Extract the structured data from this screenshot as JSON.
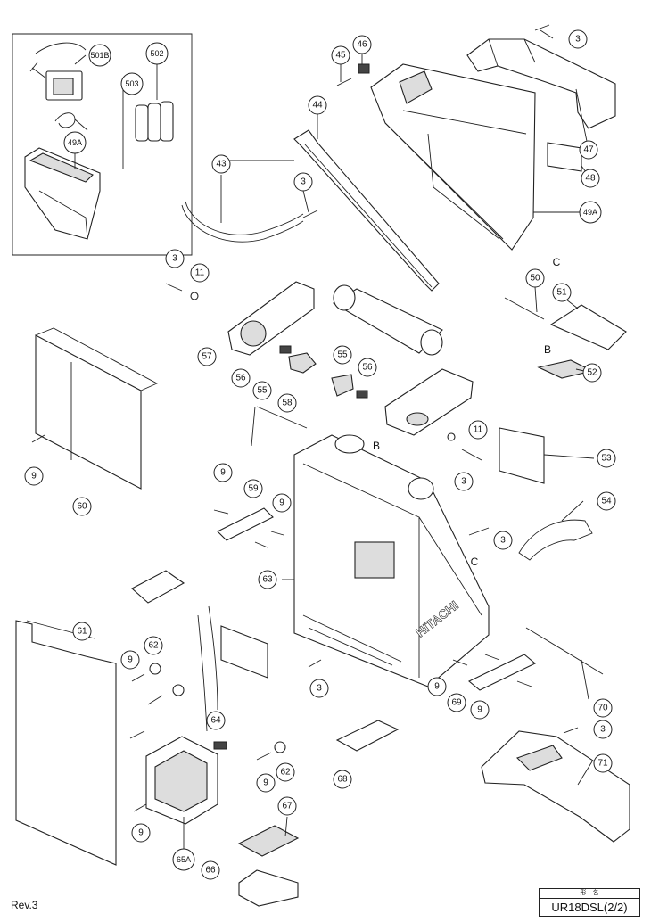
{
  "callouts": [
    {
      "text": "3"
    },
    {
      "text": "46"
    },
    {
      "text": "45"
    },
    {
      "text": "44"
    },
    {
      "text": "47"
    },
    {
      "text": "48"
    },
    {
      "text": "49A"
    },
    {
      "text": "43"
    },
    {
      "text": "3"
    },
    {
      "text": "C"
    },
    {
      "text": "50"
    },
    {
      "text": "51"
    },
    {
      "text": "3"
    },
    {
      "text": "11"
    },
    {
      "text": "57"
    },
    {
      "text": "55"
    },
    {
      "text": "56"
    },
    {
      "text": "56"
    },
    {
      "text": "55"
    },
    {
      "text": "B"
    },
    {
      "text": "52"
    },
    {
      "text": "58"
    },
    {
      "text": "11"
    },
    {
      "text": "B"
    },
    {
      "text": "53"
    },
    {
      "text": "3"
    },
    {
      "text": "9"
    },
    {
      "text": "60"
    },
    {
      "text": "9"
    },
    {
      "text": "59"
    },
    {
      "text": "9"
    },
    {
      "text": "54"
    },
    {
      "text": "3"
    },
    {
      "text": "63"
    },
    {
      "text": "C"
    },
    {
      "text": "61"
    },
    {
      "text": "62"
    },
    {
      "text": "9"
    },
    {
      "text": "3"
    },
    {
      "text": "9"
    },
    {
      "text": "69"
    },
    {
      "text": "9"
    },
    {
      "text": "70"
    },
    {
      "text": "64"
    },
    {
      "text": "3"
    },
    {
      "text": "62"
    },
    {
      "text": "9"
    },
    {
      "text": "68"
    },
    {
      "text": "71"
    },
    {
      "text": "9"
    },
    {
      "text": "67"
    },
    {
      "text": "65A"
    },
    {
      "text": "66"
    },
    {
      "text": "501B"
    },
    {
      "text": "502"
    },
    {
      "text": "503"
    },
    {
      "text": "49A"
    }
  ],
  "brand_text": "HITACHI",
  "revision": "Rev.3",
  "model_box": {
    "header": "形　名",
    "name": "UR18DSL(2/2)"
  }
}
